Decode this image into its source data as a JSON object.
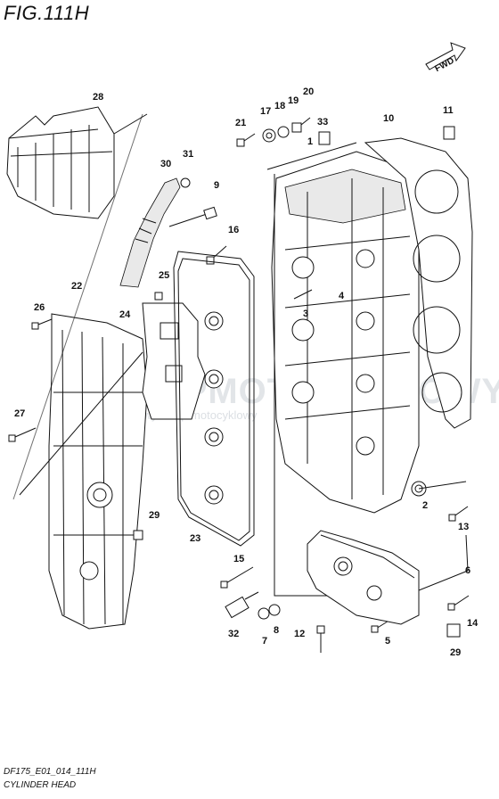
{
  "figure": {
    "title": "FIG.111H",
    "code": "DF175_E01_014_111H",
    "name": "CYLINDER HEAD"
  },
  "direction_arrow": {
    "label": "FWD"
  },
  "watermark": {
    "brand": "SKLEPMOTOCYKLOWY.PL",
    "subtitle": "internetowy sklep motocyklowy"
  },
  "part_labels": [
    "1",
    "2",
    "3",
    "4",
    "5",
    "6",
    "7",
    "8",
    "9",
    "10",
    "11",
    "12",
    "13",
    "14",
    "15",
    "16",
    "17",
    "18",
    "19",
    "20",
    "21",
    "22",
    "23",
    "24",
    "25",
    "26",
    "27",
    "28",
    "29",
    "30",
    "31",
    "32",
    "33"
  ]
}
